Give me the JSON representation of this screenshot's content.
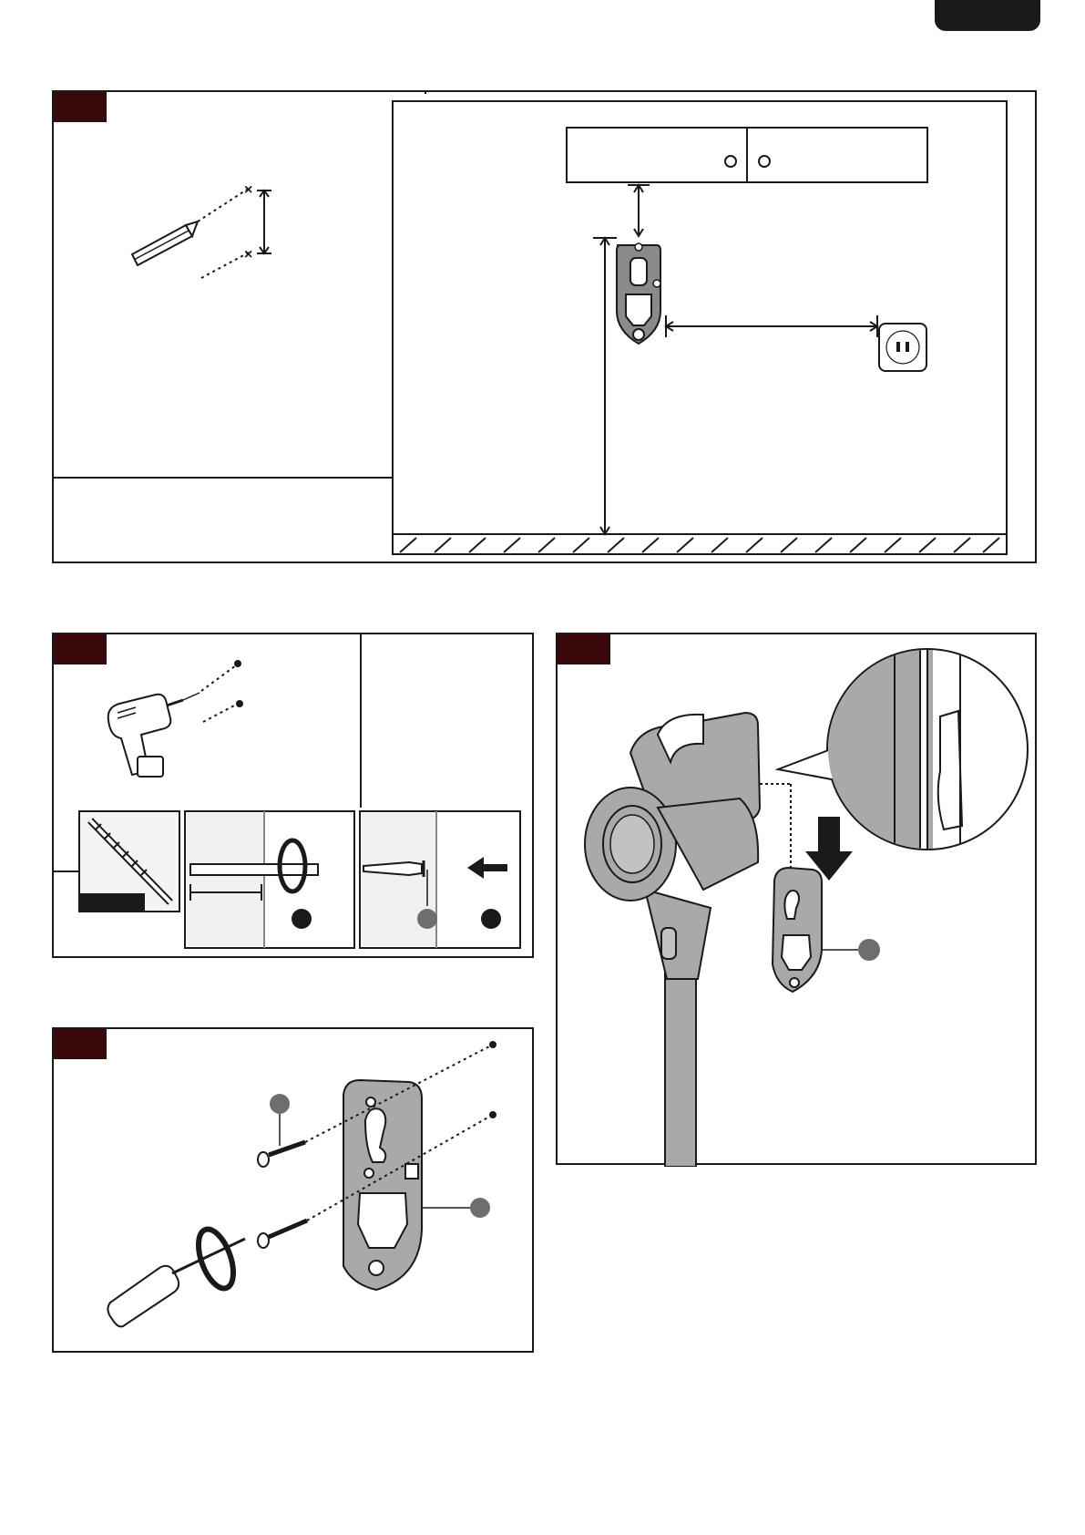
{
  "page": {
    "corner_tab": ""
  },
  "steps": [
    {
      "id": "1",
      "label": ""
    },
    {
      "id": "2",
      "label": ""
    },
    {
      "id": "3",
      "label": ""
    },
    {
      "id": "4",
      "label": ""
    }
  ],
  "colors": {
    "ink": "#1a1a1a",
    "step_tag": "#3a0a0a",
    "callout": "#6e6e6e",
    "device_grey": "#a9a9a9",
    "hatch": "#d8d8d8"
  },
  "icons": [
    "pencil-icon",
    "drill-icon",
    "drill-bit-icon",
    "wall-anchor-icon",
    "screw-icon",
    "screwdriver-icon",
    "wall-bracket-icon",
    "power-outlet-icon",
    "wall-cabinet-icon",
    "vacuum-icon",
    "arrow-down-icon",
    "rotate-arrow-icon"
  ]
}
